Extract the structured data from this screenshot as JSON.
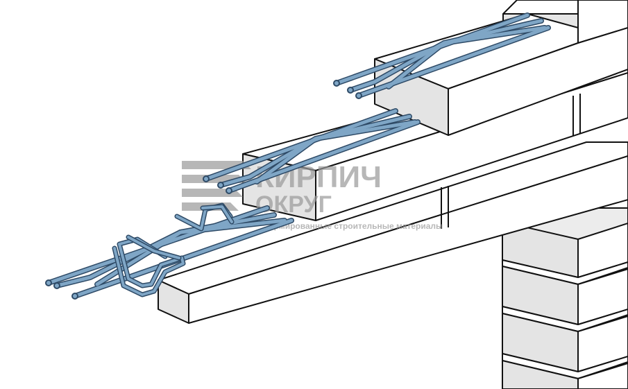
{
  "watermark": {
    "line1": "КИРПИЧ",
    "line2": "ОКРУГ",
    "tagline": "армированные строительные материалы"
  },
  "colors": {
    "outline": "#111111",
    "face_light": "#ffffff",
    "face_shade": "#e2e2e2",
    "rebar": "#7fa6c6",
    "rebar_edge": "#2e4a66",
    "watermark": "#9a9a9a"
  }
}
